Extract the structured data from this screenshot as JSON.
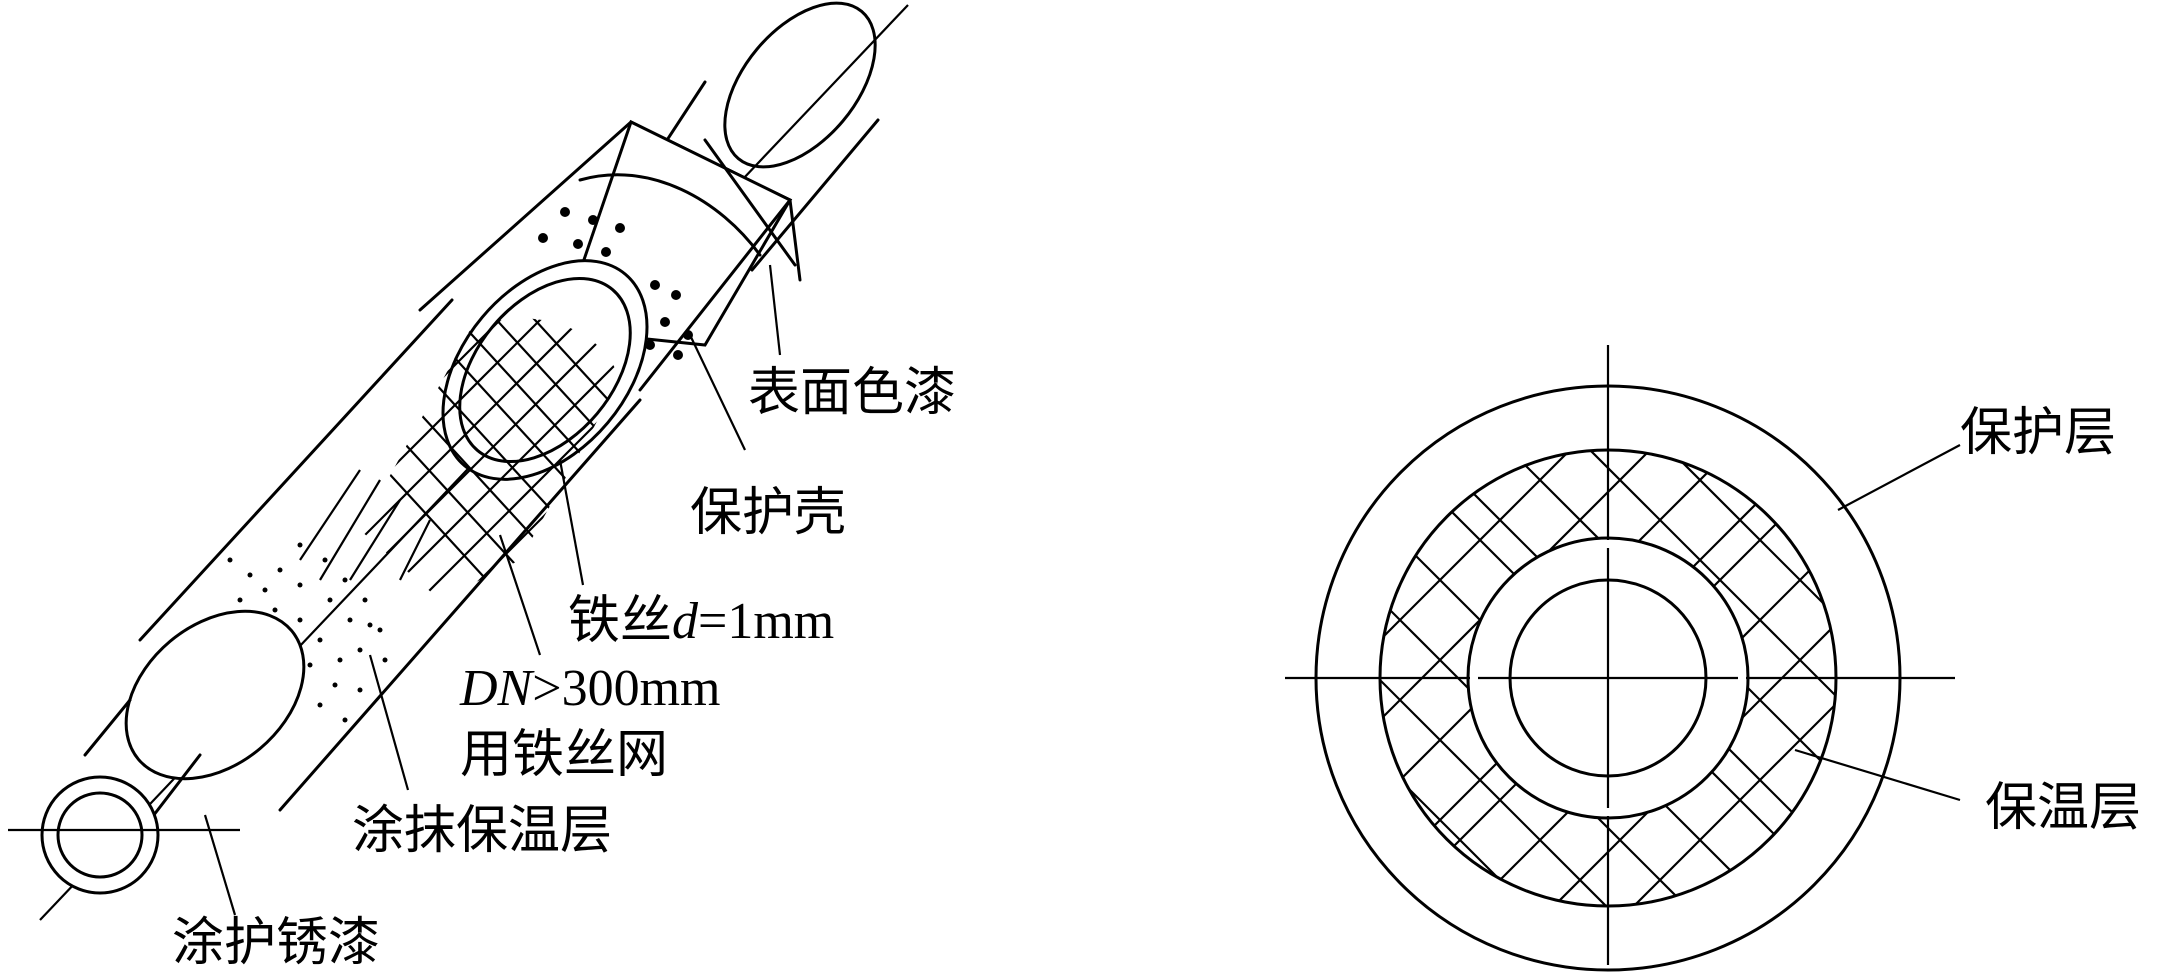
{
  "pipe_diagram": {
    "labels": {
      "surface_paint": "表面色漆",
      "protective_shell": "保护壳",
      "wire_prefix": "铁丝",
      "wire_var": "d",
      "wire_value": "=1mm",
      "dn_var": "DN",
      "dn_value": ">300mm",
      "wire_mesh": "用铁丝网",
      "insulation_coat": "涂抹保温层",
      "anti_rust_paint": "涂护锈漆"
    }
  },
  "section_diagram": {
    "labels": {
      "protective_layer": "保护层",
      "insulation_layer": "保温层"
    }
  },
  "colors": {
    "line": "#000000",
    "background": "#ffffff"
  }
}
